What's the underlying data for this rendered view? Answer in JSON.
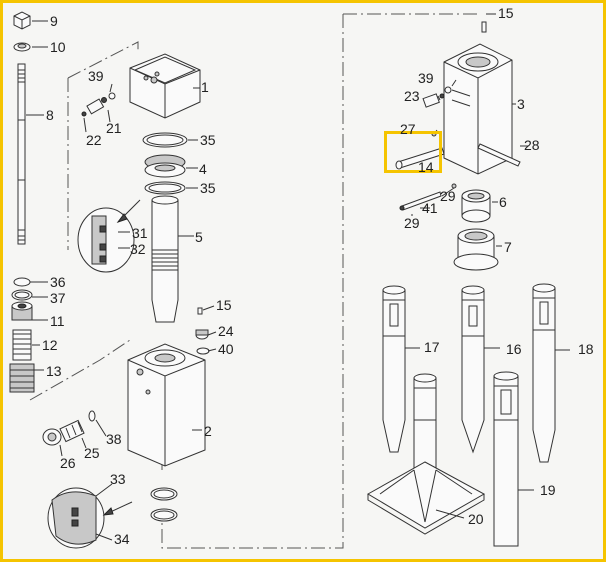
{
  "title": "",
  "highlight": {
    "part": "14",
    "color": "#f5c400"
  },
  "colors": {
    "frame": "#f5c400",
    "line": "#333333",
    "background": "#f6f6f4"
  },
  "labels": {
    "l9": "9",
    "l10": "10",
    "l8": "8",
    "l39a": "39",
    "l21": "21",
    "l22": "22",
    "l1": "1",
    "l35a": "35",
    "l4": "4",
    "l35b": "35",
    "l5": "5",
    "l31": "31",
    "l32": "32",
    "l36": "36",
    "l37": "37",
    "l11": "11",
    "l12": "12",
    "l13": "13",
    "l15a": "15",
    "l24": "24",
    "l40": "40",
    "l2": "2",
    "l38": "38",
    "l25": "25",
    "l26": "26",
    "l33": "33",
    "l34": "34",
    "l15b": "15",
    "l39b": "39",
    "l23": "23",
    "l3": "3",
    "l27": "27",
    "l14": "14",
    "l28": "28",
    "l29a": "29",
    "l41": "41",
    "l29b": "29",
    "l6": "6",
    "l7": "7",
    "l17": "17",
    "l16": "16",
    "l18": "18",
    "l19": "19",
    "l20": "20"
  }
}
